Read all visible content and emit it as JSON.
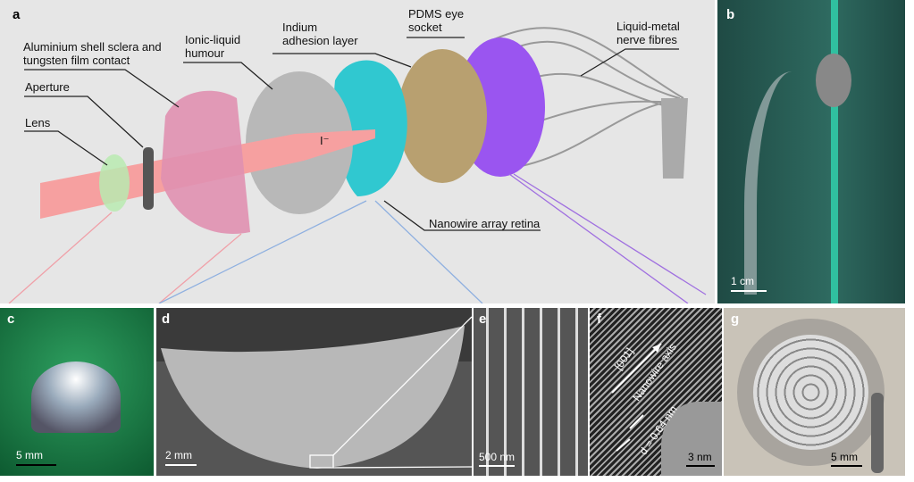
{
  "panels": {
    "a": {
      "letter": "a",
      "labels": {
        "sclera": [
          "Aluminium shell sclera and",
          "tungsten film contact"
        ],
        "humour": [
          "Ionic-liquid",
          "humour"
        ],
        "indium": [
          "Indium",
          "adhesion layer"
        ],
        "pdms": [
          "PDMS eye",
          "socket"
        ],
        "nerve": [
          "Liquid-metal",
          "nerve fibres"
        ],
        "aperture": "Aperture",
        "lens": "Lens",
        "retina": "Nanowire array retina"
      },
      "chem": {
        "iodide": "I⁻"
      }
    },
    "b": {
      "letter": "b",
      "scale": "1 cm"
    },
    "c": {
      "letter": "c",
      "scale": "5 mm"
    },
    "d": {
      "letter": "d",
      "scale": "2 mm"
    },
    "e": {
      "letter": "e",
      "scale": "500 nm"
    },
    "f": {
      "letter": "f",
      "scale": "3 nm",
      "direction": "[001]",
      "axis": "Nanowire axis",
      "spacing": "d = 0.64 nm"
    },
    "g": {
      "letter": "g",
      "scale": "5 mm"
    }
  },
  "colors": {
    "bg_a": "#e6e6e6",
    "link_red": "#f0a0a8",
    "link_blue": "#8fb0e0",
    "link_purple": "#a070e0"
  }
}
